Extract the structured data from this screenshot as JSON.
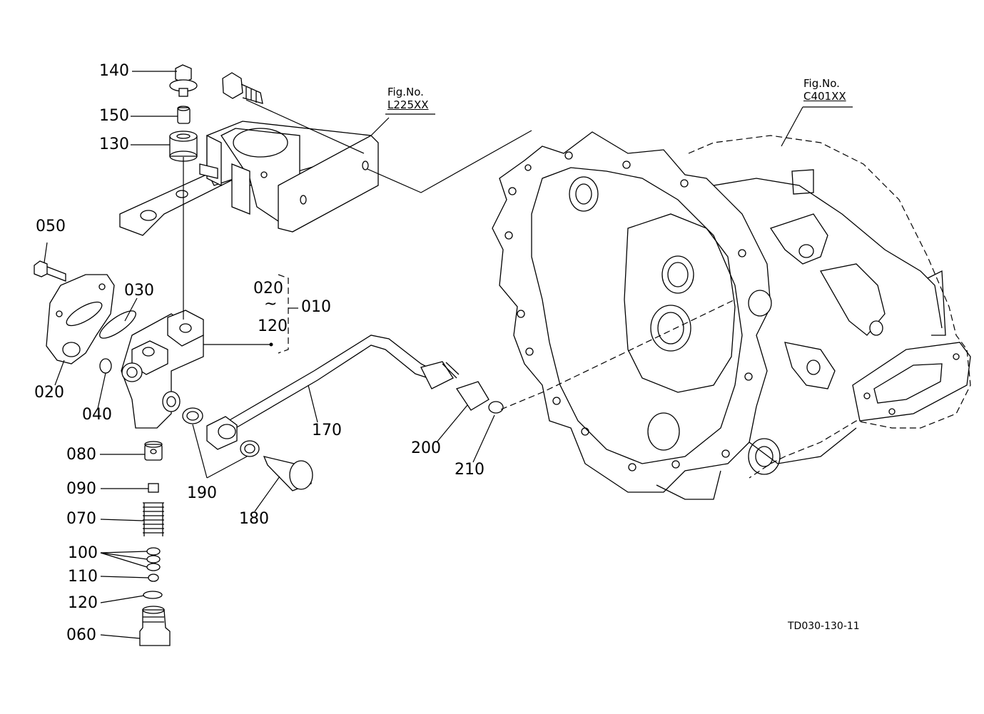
{
  "diagram": {
    "doc_code": "TD030-130-11",
    "fig_refs": [
      {
        "title": "Fig.No.",
        "code": "L225XX"
      },
      {
        "title": "Fig.No.",
        "code": "C401XX"
      }
    ],
    "callouts": {
      "p140": "140",
      "p150": "150",
      "p130": "130",
      "p050": "050",
      "p030": "030",
      "p020_group": "020",
      "tilde": "~",
      "p120_group": "120",
      "p010": "010",
      "p020": "020",
      "p040": "040",
      "p080": "080",
      "p090": "090",
      "p070": "070",
      "p100": "100",
      "p110": "110",
      "p120": "120",
      "p060": "060",
      "p170": "170",
      "p190": "190",
      "p180": "180",
      "p200": "200",
      "p210": "210"
    }
  }
}
